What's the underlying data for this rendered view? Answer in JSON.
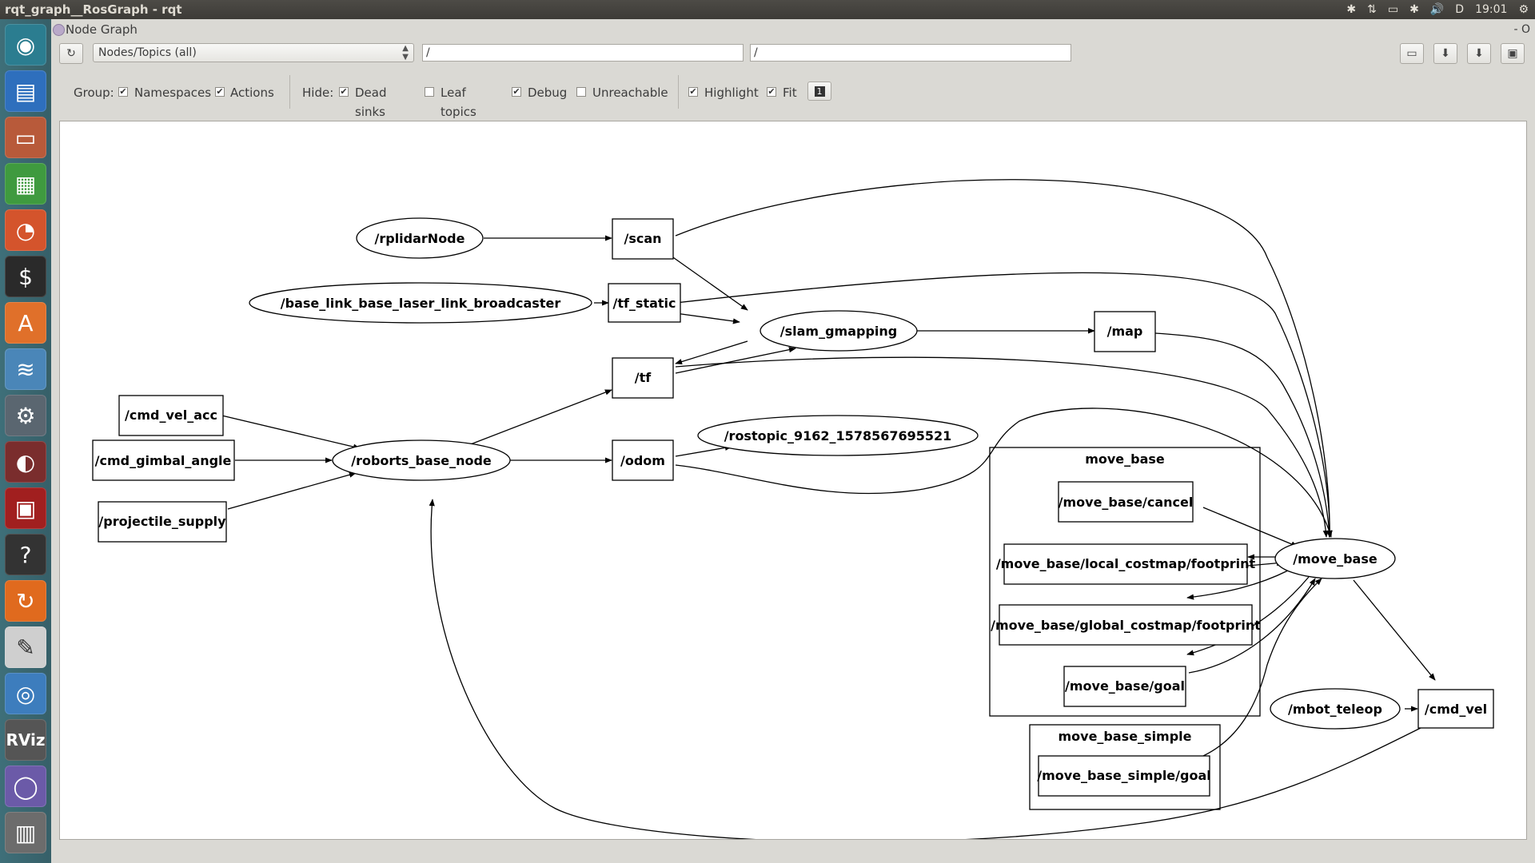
{
  "topbar": {
    "title": "rqt_graph__RosGraph - rqt",
    "tray": {
      "indicator": "D",
      "clock": "19:01"
    }
  },
  "window": {
    "title": "Node Graph",
    "title_right": "- O"
  },
  "toolbar": {
    "combo_value": "Nodes/Topics (all)",
    "filter1_value": "/",
    "filter2_value": "/"
  },
  "options": {
    "group_label": "Group:",
    "namespaces_label": "Namespaces",
    "actions_label": "Actions",
    "hide_label": "Hide:",
    "dead_sinks_label": "Dead sinks",
    "leaf_topics_label": "Leaf topics",
    "debug_label": "Debug",
    "unreachable_label": "Unreachable",
    "highlight_label": "Highlight",
    "fit_label": "Fit",
    "checks": {
      "namespaces": true,
      "actions": true,
      "dead_sinks": true,
      "leaf_topics": false,
      "debug": true,
      "unreachable": false,
      "highlight": true,
      "fit": true
    }
  },
  "graph": {
    "nodes": {
      "rplidarNode": "/rplidarNode",
      "scan": "/scan",
      "base_link_broadcaster": "/base_link_base_laser_link_broadcaster",
      "tf_static": "/tf_static",
      "slam_gmapping": "/slam_gmapping",
      "map": "/map",
      "tf": "/tf",
      "cmd_vel_acc": "/cmd_vel_acc",
      "cmd_gimbal_angle": "/cmd_gimbal_angle",
      "projectile_supply": "/projectile_supply",
      "roborts_base_node": "/roborts_base_node",
      "odom": "/odom",
      "rostopic": "/rostopic_9162_1578567695521",
      "move_base_cancel": "/move_base/cancel",
      "move_base_local_fp": "/move_base/local_costmap/footprint",
      "move_base_global_fp": "/move_base/global_costmap/footprint",
      "move_base_goal": "/move_base/goal",
      "move_base_node": "/move_base",
      "mbot_teleop": "/mbot_teleop",
      "cmd_vel": "/cmd_vel",
      "move_base_simple_goal": "/move_base_simple/goal"
    },
    "clusters": {
      "move_base": "move_base",
      "move_base_simple": "move_base_simple"
    }
  }
}
